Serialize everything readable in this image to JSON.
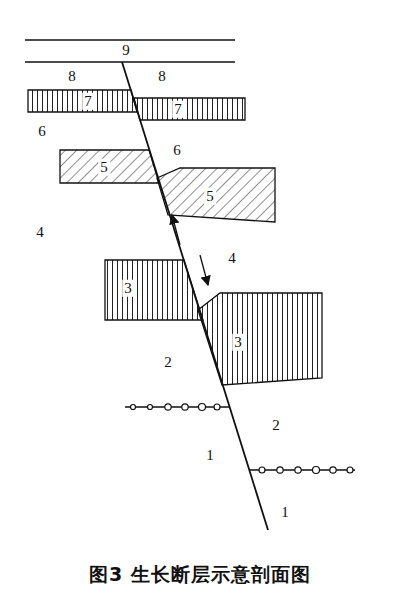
{
  "diagram": {
    "caption": "图3 生长断层示意剖面图",
    "labels": [
      "9",
      "8",
      "8",
      "7",
      "7",
      "6",
      "6",
      "5",
      "5",
      "4",
      "4",
      "3",
      "3",
      "2",
      "2",
      "1",
      "1"
    ]
  }
}
